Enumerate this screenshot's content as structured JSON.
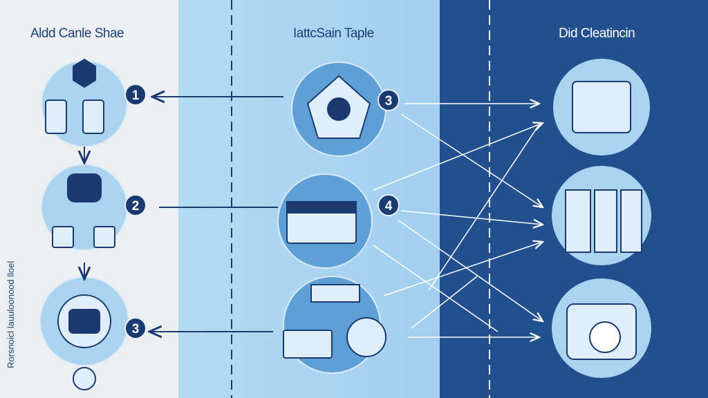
{
  "columns": [
    {
      "title": "Aldd Canle Shae"
    },
    {
      "title": "IattcSain Taple"
    },
    {
      "title": "Did Cleatincin"
    }
  ],
  "side_label": "Rorsnoicl lauuloonood lloel",
  "badges": {
    "left": [
      "1",
      "2",
      "3"
    ],
    "middle": [
      "3",
      "4"
    ]
  },
  "colors": {
    "navy": "#1b3a70",
    "light_blue": "#a9d3ee",
    "dark_blue": "#22508f",
    "circle": "#a9d3ee"
  }
}
